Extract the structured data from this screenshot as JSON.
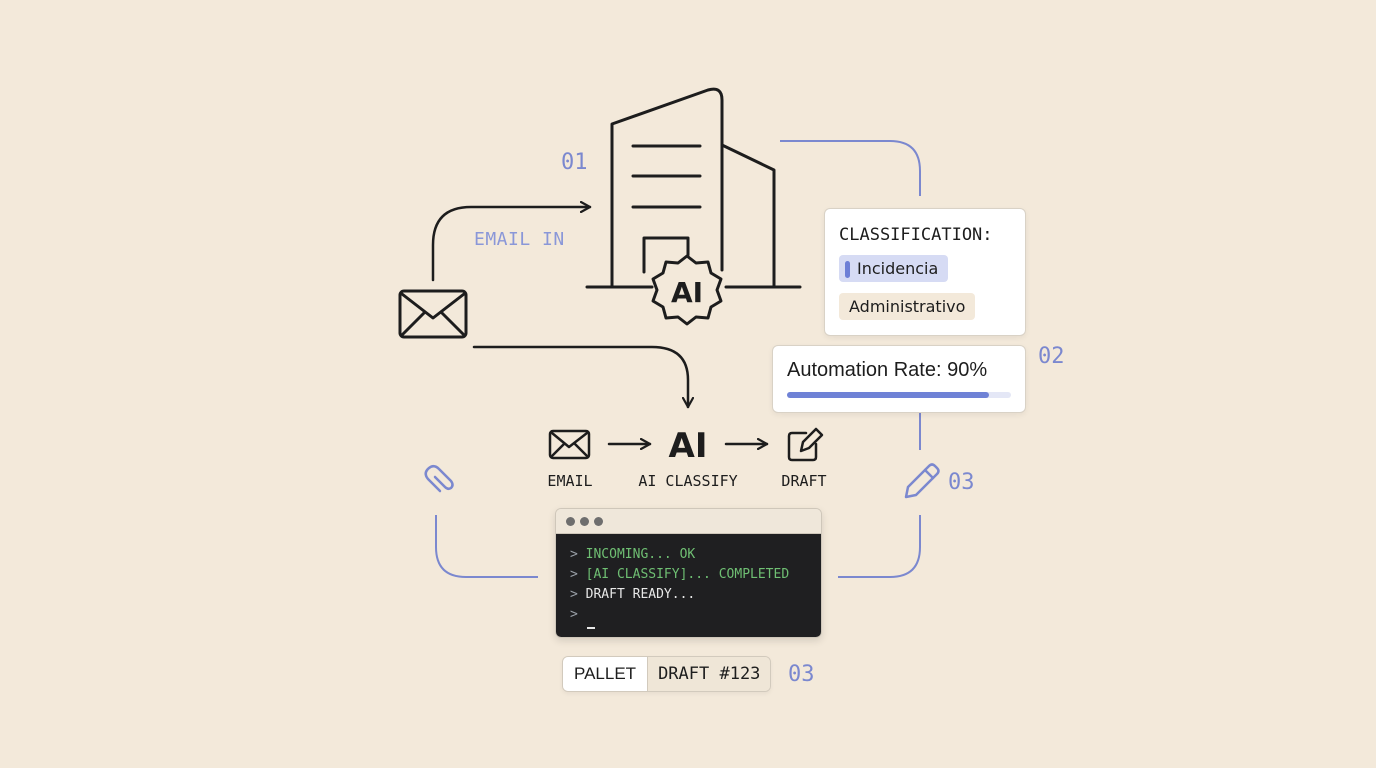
{
  "steps": {
    "one": "01",
    "two": "02",
    "three_top": "03",
    "three_bottom": "03"
  },
  "flow": {
    "email_in": "EMAIL IN"
  },
  "building": {
    "badge": "AI"
  },
  "pipeline": {
    "email_label": "EMAIL",
    "ai_text": "AI",
    "ai_label": "AI CLASSIFY",
    "draft_label": "DRAFT"
  },
  "classification": {
    "title": "CLASSIFICATION:",
    "tags": [
      "Incidencia",
      "Administrativo"
    ]
  },
  "automation": {
    "label": "Automation Rate: 90%",
    "rate": 0.9
  },
  "terminal": {
    "lines": [
      {
        "prompt": ">",
        "text": "INCOMING... OK"
      },
      {
        "prompt": ">",
        "text": "[AI CLASSIFY]... COMPLETED"
      },
      {
        "prompt": ">",
        "text": "DRAFT READY..."
      },
      {
        "prompt": ">",
        "text": ""
      }
    ]
  },
  "pill": {
    "left": "PALLET",
    "right": "DRAFT #123"
  },
  "colors": {
    "background": "#f3e9da",
    "accent": "#7b88cf",
    "ink": "#1d1d1d",
    "terminal_bg": "#1f1f21",
    "terminal_ok": "#6fbf73"
  }
}
